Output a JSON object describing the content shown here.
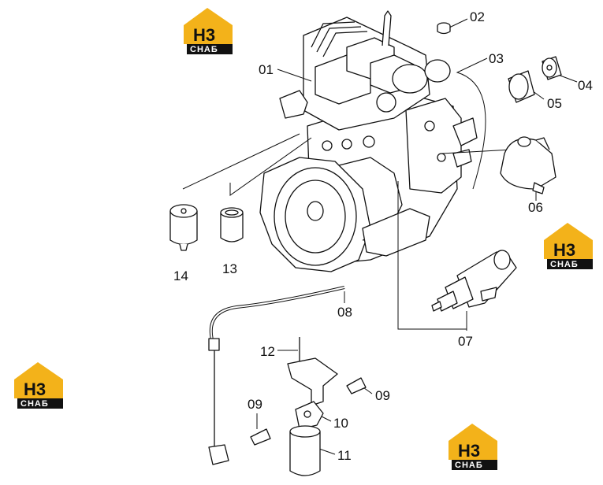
{
  "callouts": {
    "c01": "01",
    "c02": "02",
    "c03": "03",
    "c04": "04",
    "c05": "05",
    "c06": "06",
    "c07": "07",
    "c08": "08",
    "c09a": "09",
    "c09b": "09",
    "c10": "10",
    "c11": "11",
    "c12": "12",
    "c13": "13",
    "c14": "14"
  },
  "watermark": {
    "top": "H3",
    "bottom": "СНАБ"
  },
  "colors": {
    "line": "#111111",
    "logo_gold": "#f3b21a",
    "logo_dark": "#111111"
  }
}
